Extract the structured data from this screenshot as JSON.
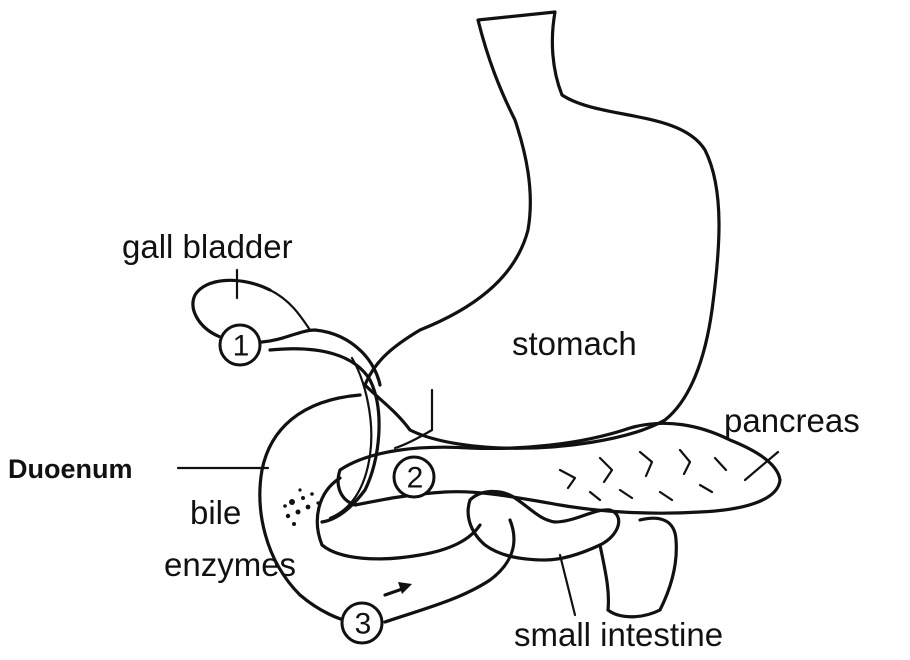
{
  "labels": {
    "gall_bladder": "gall bladder",
    "stomach": "stomach",
    "pancreas": "pancreas",
    "duodenum": "Duoenum",
    "bile": "bile",
    "enzymes": "enzymes",
    "small_intestine": "small intestine"
  },
  "markers": {
    "one": "1",
    "two": "2",
    "three": "3"
  },
  "colors": {
    "ink": "#111111",
    "background": "#ffffff"
  }
}
